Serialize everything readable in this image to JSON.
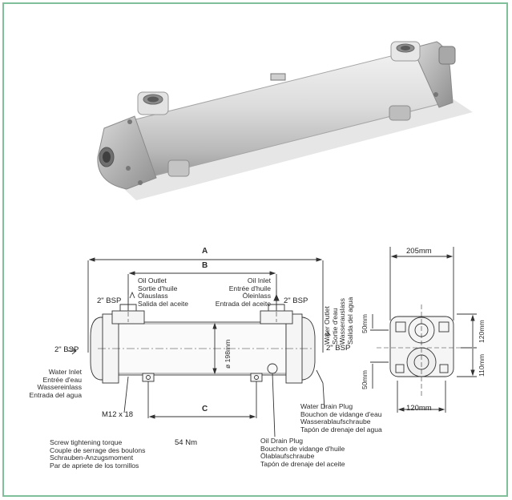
{
  "dimensions": {
    "A": "A",
    "B": "B",
    "C": "C",
    "diameter": "ø 198mm",
    "width_top": "205mm",
    "width_bottom": "120mm",
    "height_120": "120mm",
    "height_110": "110mm",
    "offset_50_top": "50mm",
    "offset_50_bottom": "50mm"
  },
  "ports": {
    "bsp_left": "2\" BSP",
    "bsp_oil_outlet": "2\" BSP",
    "bsp_oil_inlet": "2\" BSP",
    "bsp_side": "2\" BSP"
  },
  "labels": {
    "oil_outlet": [
      "Oil Outlet",
      "Sortie d'huile",
      "Ölauslass",
      "Salida del aceite"
    ],
    "oil_inlet": [
      "Oil Inlet",
      "Entrée d'huile",
      "Öleinlass",
      "Entrada del aceite"
    ],
    "water_inlet": [
      "Water Inlet",
      "Entrée d'eau",
      "Wassereinlass",
      "Entrada del agua"
    ],
    "water_outlet": [
      "Water Outlet",
      "Sortie d'eau",
      "Wasserauslass",
      "Salida del agua"
    ],
    "water_drain": [
      "Water Drain Plug",
      "Bouchon de vidange d'eau",
      "Wasserablaufschraube",
      "Tapón de drenaje del agua"
    ],
    "oil_drain": [
      "Oil Drain Plug",
      "Bouchon de vidange d'huile",
      "Ölablaufschraube",
      "Tapón de drenaje del aceite"
    ],
    "bolt": "M12 x 18",
    "torque_label": [
      "Screw tightening torque",
      "Couple de serrage des boulons",
      "Schrauben-Anzugsmoment",
      "Par de apriete de los tornillos"
    ],
    "torque_value": "54 Nm"
  }
}
